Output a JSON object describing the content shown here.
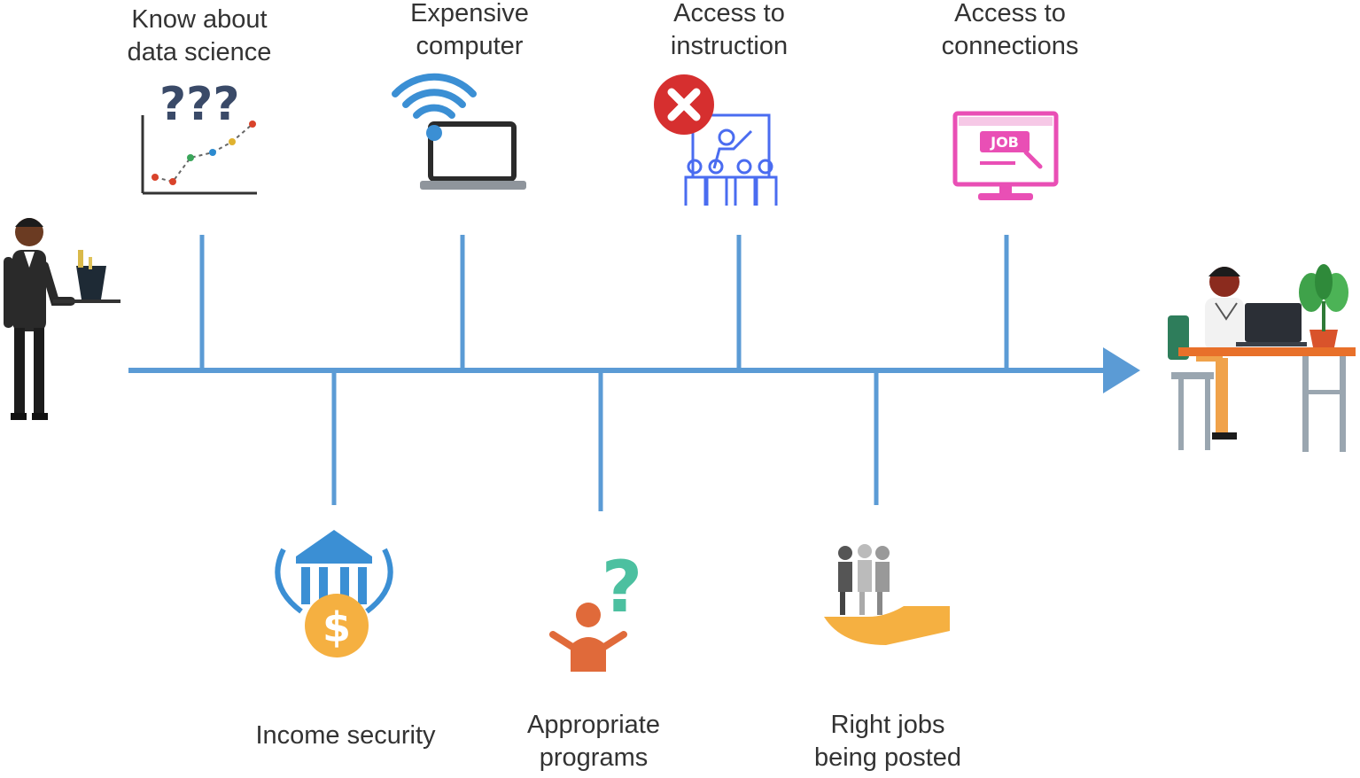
{
  "diagram": {
    "type": "timeline",
    "colors": {
      "axis": "#5b9bd5",
      "label_text": "#333333"
    },
    "start_figure": "waiter-icon",
    "end_figure": "person-at-desk-icon",
    "milestones_above": [
      {
        "label": "Know about\ndata science",
        "icon": "question-chart-icon"
      },
      {
        "label": "Expensive\ncomputer",
        "icon": "wifi-laptop-icon"
      },
      {
        "label": "Access to\ninstruction",
        "icon": "no-classroom-icon"
      },
      {
        "label": "Access to\nconnections",
        "icon": "job-monitor-icon"
      }
    ],
    "milestones_below": [
      {
        "label": "Income security",
        "icon": "bank-dollar-icon"
      },
      {
        "label": "Appropriate\nprograms",
        "icon": "confused-person-icon"
      },
      {
        "label": "Right jobs\nbeing posted",
        "icon": "hand-people-icon"
      }
    ]
  }
}
